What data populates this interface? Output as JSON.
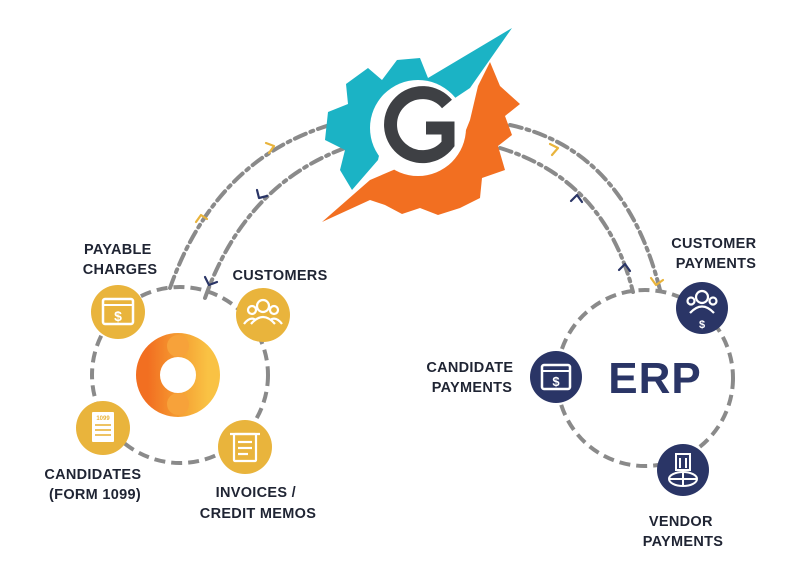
{
  "hub": {
    "logo_letter": "G",
    "logo_icon": "gear-logo-icon"
  },
  "left_cluster": {
    "center_icon": "orange-ring-logo-icon",
    "nodes": [
      {
        "id": "payable-charges",
        "label_lines": [
          "PAYABLE",
          "CHARGES"
        ],
        "icon": "invoice-dollar-icon"
      },
      {
        "id": "customers",
        "label_lines": [
          "CUSTOMERS"
        ],
        "icon": "users-icon"
      },
      {
        "id": "candidates",
        "label_lines": [
          "CANDIDATES",
          "(FORM 1099)"
        ],
        "icon": "form-document-icon",
        "form_code": "1099"
      },
      {
        "id": "invoices",
        "label_lines": [
          "INVOICES /",
          "CREDIT MEMOS"
        ],
        "icon": "receipt-icon"
      }
    ]
  },
  "right_cluster": {
    "center_label": "ERP",
    "nodes": [
      {
        "id": "customer-payments",
        "label_lines": [
          "CUSTOMER",
          "PAYMENTS"
        ],
        "icon": "user-dollar-icon"
      },
      {
        "id": "candidate-payments",
        "label_lines": [
          "CANDIDATE",
          "PAYMENTS"
        ],
        "icon": "invoice-dollar-icon"
      },
      {
        "id": "vendor-payments",
        "label_lines": [
          "VENDOR",
          "PAYMENTS"
        ],
        "icon": "building-globe-icon"
      }
    ]
  },
  "colors": {
    "teal": "#1bb3c5",
    "orange": "#f26f21",
    "gold": "#e9b43c",
    "navy": "#2a3566",
    "dash": "#8a8a8a",
    "text": "#1f2433"
  }
}
